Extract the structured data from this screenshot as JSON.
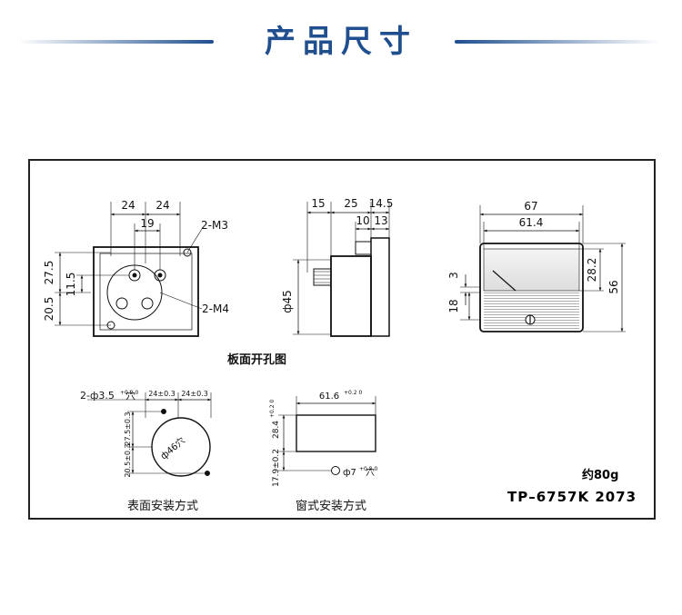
{
  "header": {
    "title": "产品尺寸"
  },
  "captions": {
    "panel_cutout": "板面开孔图",
    "surface_mount": "表面安装方式",
    "window_mount": "窗式安装方式"
  },
  "front_view": {
    "dim_top_left": "24",
    "dim_top_right": "24",
    "dim_center": "19",
    "hole_top": "2-M3",
    "hole_bottom": "2-M4",
    "dim_upper": "27.5",
    "dim_mid": "11.5",
    "dim_lower": "20.5"
  },
  "side_view": {
    "d15": "15",
    "d25": "25",
    "d145": "14.5",
    "d10": "10",
    "d13": "13",
    "phi45": "ф45"
  },
  "face_view": {
    "width_outer": "67",
    "width_inner": "61.4",
    "d3": "3",
    "d18": "18",
    "d282": "28.2",
    "d56": "56"
  },
  "surface_mount": {
    "holes": "2-ф3.5",
    "holes_tol": "+0.2 0",
    "holes_suffix": "穴",
    "d24a": "24±0.3",
    "d24b": "24±0.3",
    "d275": "27.5±0.3",
    "d205": "20.5±0.3",
    "phi46": "ф46穴"
  },
  "window_mount": {
    "width": "61.6",
    "width_tol": "+0.2 0",
    "height": "28.4",
    "height_tol": "+0.2 0",
    "offset": "17.9±0.2",
    "hole": "ф7",
    "hole_tol": "+0.2 0",
    "hole_suffix": "穴"
  },
  "spec": {
    "weight": "约80g",
    "model": "TP–6757K 2073"
  }
}
